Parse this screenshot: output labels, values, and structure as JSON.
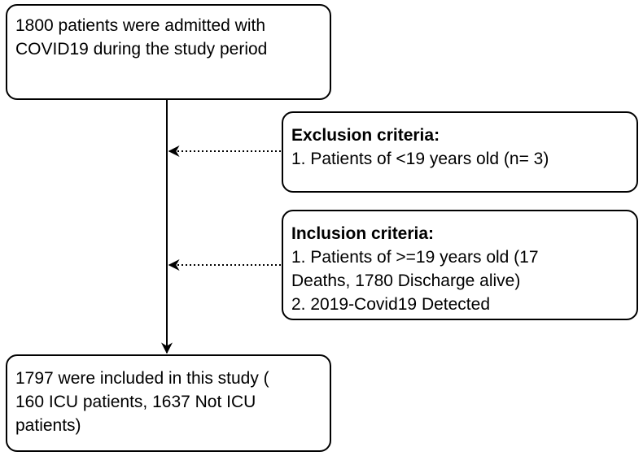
{
  "start_box": {
    "lines": [
      "1800 patients were admitted with",
      "COVID19 during the study period"
    ]
  },
  "exclusion_box": {
    "heading": "Exclusion criteria:",
    "lines": [
      "1. Patients of <19 years old (n= 3)"
    ]
  },
  "inclusion_box": {
    "heading": "Inclusion criteria:",
    "lines": [
      "1. Patients of >=19 years old (17",
      "Deaths, 1780 Discharge alive)",
      "2. 2019-Covid19 Detected"
    ]
  },
  "included_box": {
    "lines": [
      "1797 were included in this study (",
      "160 ICU patients, 1637 Not ICU",
      "patients)"
    ]
  },
  "colors": {
    "stroke": "#000000",
    "background": "#ffffff"
  }
}
